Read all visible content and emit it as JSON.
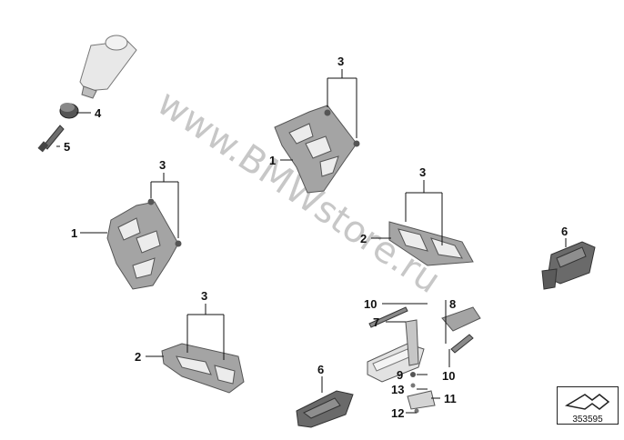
{
  "watermark": "www.BMWstore.ru",
  "diagram_ref": "353595",
  "callouts": {
    "c3a": "3",
    "c1a": "1",
    "c4": "4",
    "c5": "5",
    "c3b": "3",
    "c1b": "1",
    "c3c": "3",
    "c2a": "2",
    "c6a": "6",
    "c3d": "3",
    "c2b": "2",
    "c10a": "10",
    "c8": "8",
    "c7": "7",
    "c10b": "10",
    "c9": "9",
    "c13": "13",
    "c11": "11",
    "c12": "12",
    "c6b": "6"
  },
  "colors": {
    "part_fill": "#a9a9a9",
    "part_light": "#d9d9d9",
    "part_dark": "#6a6a6a",
    "line": "#111111"
  }
}
